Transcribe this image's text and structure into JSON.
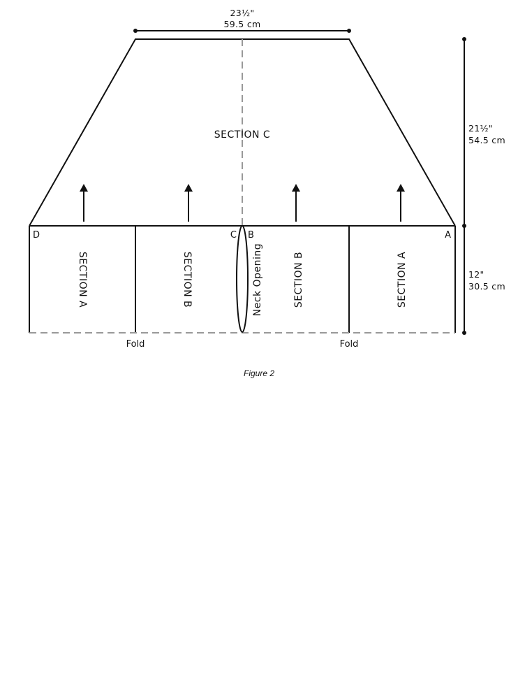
{
  "diagram": {
    "colors": {
      "line": "#111111",
      "dashed": "#999999",
      "background": "#ffffff"
    },
    "labels": {
      "section_c": "SECTION C",
      "left_section_a": "SECTION A",
      "left_section_b": "SECTION B",
      "right_section_b": "SECTION B",
      "right_section_a": "SECTION A",
      "neck_opening": "Neck Opening",
      "corner_d": "D",
      "corner_c": "C",
      "corner_b": "B",
      "corner_a": "A",
      "fold_left": "Fold",
      "fold_right": "Fold"
    },
    "dimensions": {
      "top_width_in": "23½\"",
      "top_width_cm": "59.5 cm",
      "upper_height_in": "21½\"",
      "upper_height_cm": "54.5 cm",
      "lower_height_in": "12\"",
      "lower_height_cm": "30.5 cm"
    },
    "caption": "Figure 2",
    "icons": {
      "direction_arrow": "up-arrow-icon",
      "dimension_end": "dot-icon"
    }
  }
}
